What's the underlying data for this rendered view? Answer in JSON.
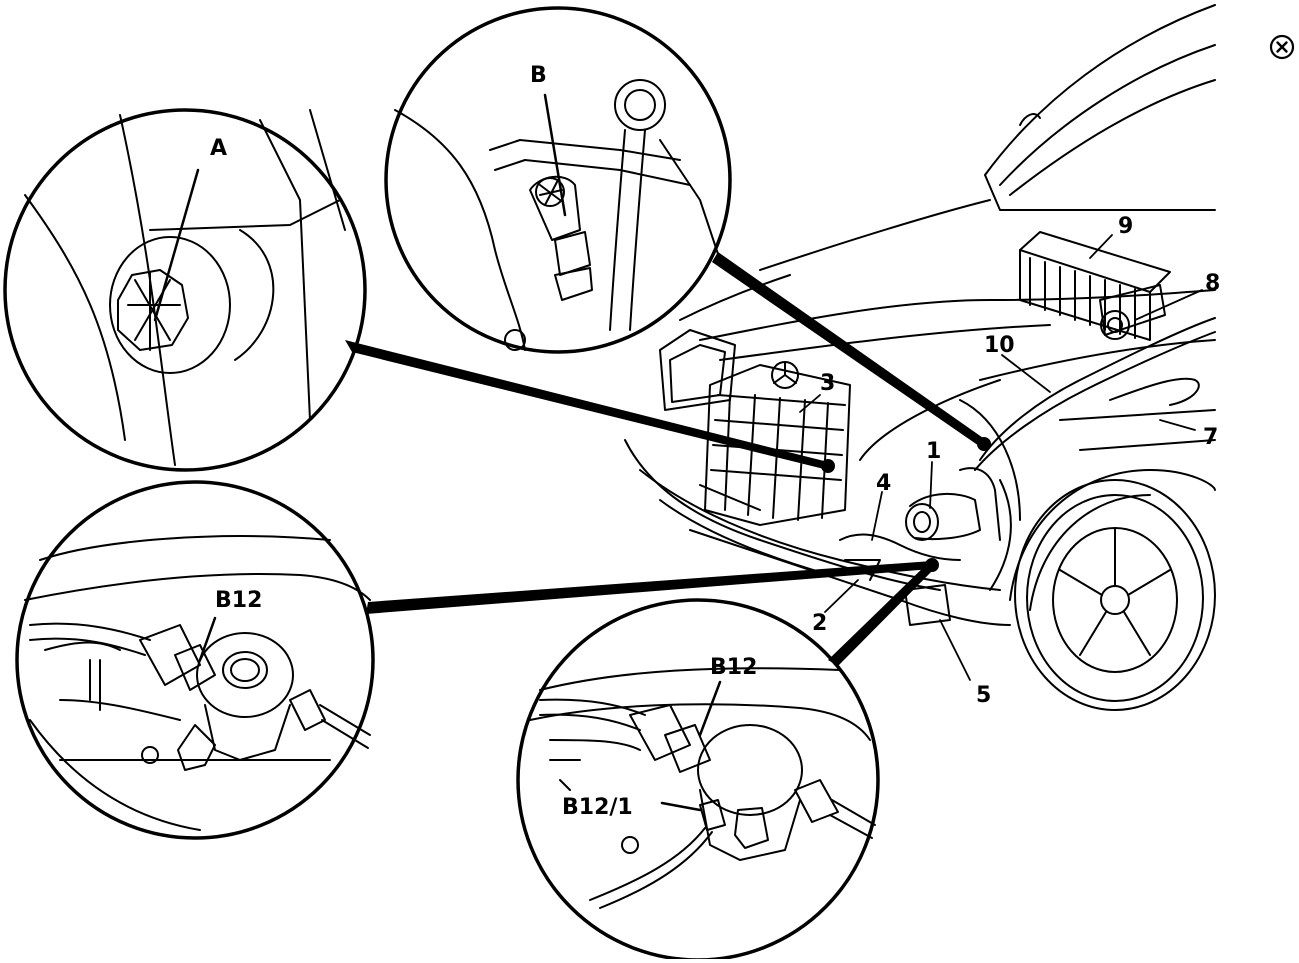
{
  "diagram": {
    "labels": {
      "A": "A",
      "B": "B",
      "B12_left": "B12",
      "B12_right": "B12",
      "B12_1": "B12/1",
      "n1": "1",
      "n2": "2",
      "n3": "3",
      "n4": "4",
      "n5": "5",
      "n7": "7",
      "n8": "8",
      "n9": "9",
      "n10": "10"
    },
    "close_icon": "close-circle-icon",
    "ink_color": "#000000"
  }
}
